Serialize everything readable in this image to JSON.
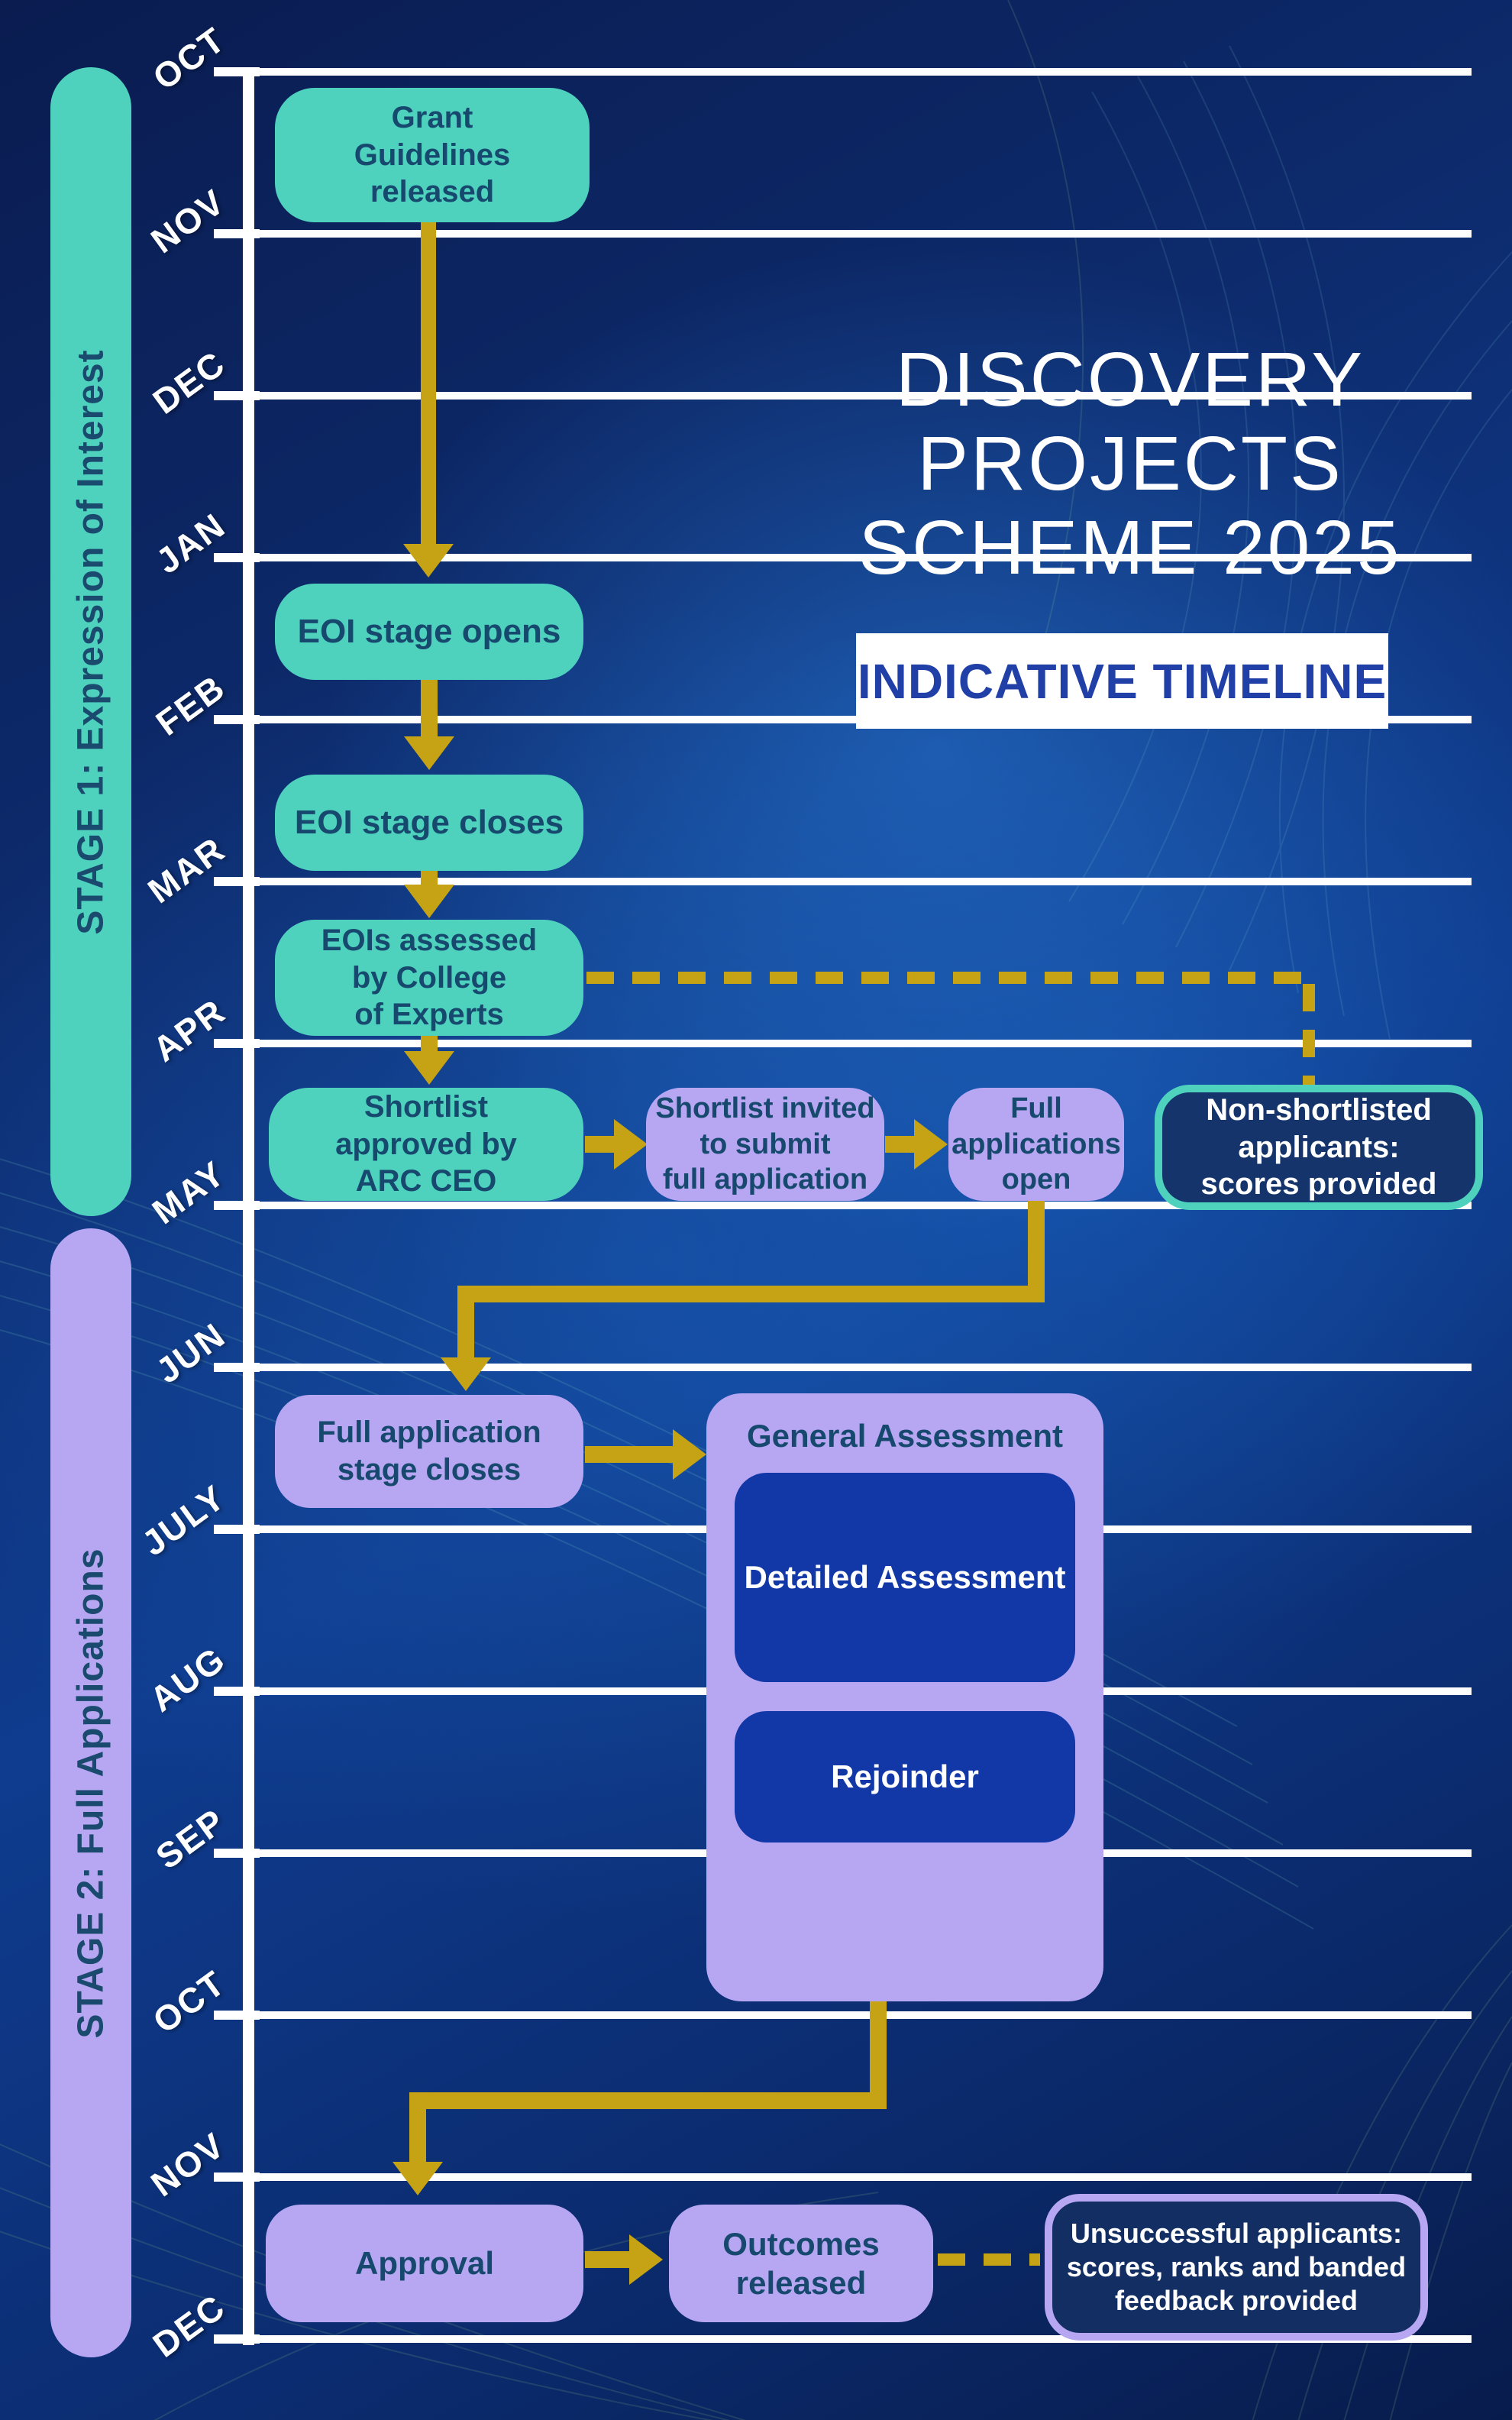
{
  "header": {
    "title_lines": [
      "DISCOVERY",
      "PROJECTS",
      "SCHEME 2025"
    ],
    "subtitle": "INDICATIVE TIMELINE"
  },
  "stages": [
    {
      "label": "STAGE 1: Expression of Interest"
    },
    {
      "label": "STAGE 2: Full Applications"
    }
  ],
  "months": [
    "OCT",
    "NOV",
    "DEC",
    "JAN",
    "FEB",
    "MAR",
    "APR",
    "MAY",
    "JUN",
    "JULY",
    "AUG",
    "SEP",
    "OCT",
    "NOV",
    "DEC"
  ],
  "nodes": {
    "grant_guidelines": {
      "label": "Grant\nGuidelines\nreleased"
    },
    "eoi_opens": {
      "label": "EOI stage opens"
    },
    "eoi_closes": {
      "label": "EOI stage closes"
    },
    "eoi_assessed": {
      "label": "EOIs assessed\nby College\nof Experts"
    },
    "shortlist_approved": {
      "label": "Shortlist\napproved by\nARC CEO"
    },
    "shortlist_invited": {
      "label": "Shortlist invited\nto submit\nfull application"
    },
    "full_applications_open": {
      "label": "Full\napplications\nopen"
    },
    "non_shortlisted": {
      "label": "Non-shortlisted\napplicants:\nscores provided"
    },
    "full_application_closes": {
      "label": "Full application\nstage closes"
    },
    "general_assessment": {
      "label": "General Assessment"
    },
    "detailed_assessment": {
      "label": "Detailed Assessment"
    },
    "rejoinder": {
      "label": "Rejoinder"
    },
    "approval": {
      "label": "Approval"
    },
    "outcomes_released": {
      "label": "Outcomes released"
    },
    "unsuccessful": {
      "label": "Unsuccessful applicants:\nscores, ranks and banded\nfeedback provided"
    }
  },
  "colors": {
    "background_navy": "#0B2463",
    "teal": "#4ED2BE",
    "lavender": "#B7A7F3",
    "gold": "#C6A215",
    "royal_blue": "#1238A8",
    "outline_fill_navy": "#15346B",
    "box_text_dark": "#17496E",
    "subtitle_blue": "#2040A8",
    "timeline_white": "#FFFFFF"
  }
}
